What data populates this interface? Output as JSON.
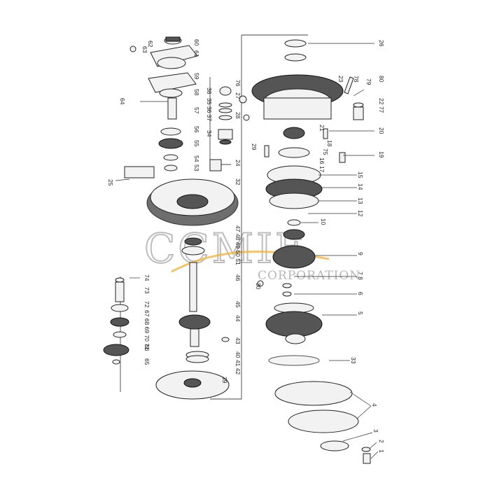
{
  "watermark": {
    "brand": "CCMIE",
    "subtitle": "CORPORATION",
    "accent_color": "#f2b640"
  },
  "callouts": {
    "c1": "1",
    "c2": "2",
    "c3": "3",
    "c4": "4",
    "c5": "5",
    "c6": "6",
    "c7_8": "7 8",
    "c9": "9",
    "c10": "10",
    "c12": "12",
    "c13": "13",
    "c14": "14",
    "c15": "15",
    "c16_17": "16 17",
    "c18": "18",
    "c19": "19",
    "c20": "20",
    "c21": "21",
    "c22_77": "22 77",
    "c23": "23",
    "c24": "24",
    "c25": "25",
    "c26": "26",
    "c27": "27",
    "c28": "28",
    "c29": "29",
    "c30": "30",
    "c32": "32",
    "c33": "33",
    "c34": "34",
    "c35_36_37": "35 36 37",
    "c38": "38",
    "c39": "39",
    "c40_41_42": "40 41 42",
    "c43": "43",
    "c44": "44",
    "c45": "45",
    "c46": "46",
    "c47_51": "47 48 49 50 51",
    "c53": "53",
    "c54": "54",
    "c55": "55",
    "c56": "56",
    "c57": "57",
    "c58": "58",
    "c59": "59",
    "c60": "60",
    "c61": "61",
    "c62": "62",
    "c63": "63",
    "c64": "64",
    "c65": "65",
    "c66": "66",
    "c67_71": "67 68 69 70 71",
    "c72": "72",
    "c73": "73",
    "c74": "74",
    "c75": "75",
    "c76": "76",
    "c78": "78",
    "c79": "79",
    "c80": "80"
  }
}
